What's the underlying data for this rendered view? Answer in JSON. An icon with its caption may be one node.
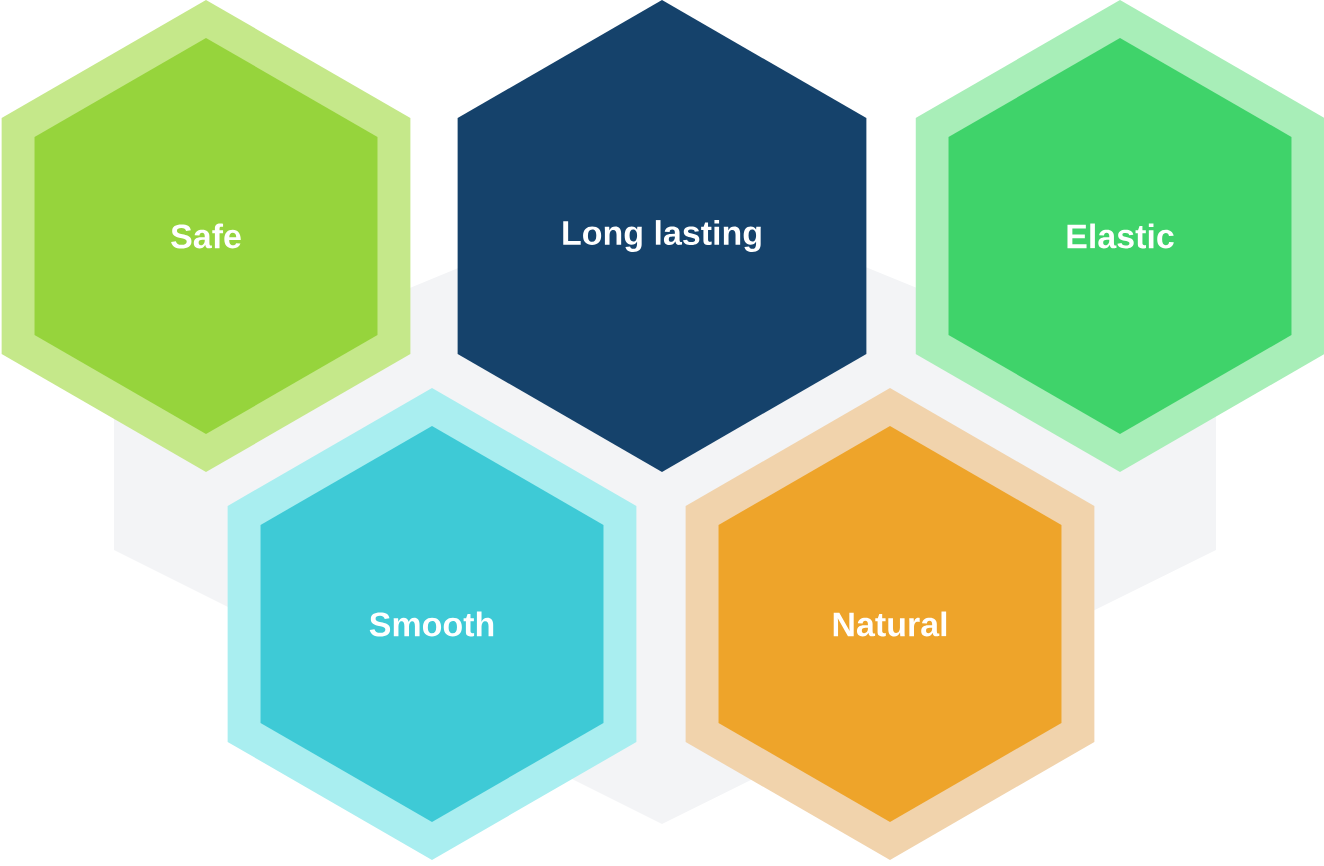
{
  "diagram": {
    "nodes": [
      {
        "text": [
          "Safe"
        ]
      },
      {
        "text": [
          "Long lasting"
        ]
      },
      {
        "text": [
          "Elastic"
        ]
      },
      {
        "text": [
          "Smooth"
        ]
      },
      {
        "text": [
          "Natural"
        ]
      }
    ]
  }
}
